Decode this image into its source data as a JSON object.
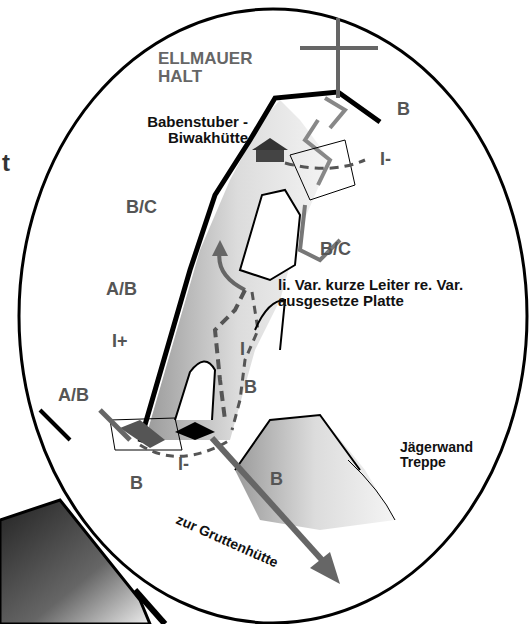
{
  "diagram": {
    "labels": [
      "ELLMAUER HALT",
      "B",
      "Babenstuber -Biwakhütte",
      "I-",
      "B/C",
      "B/C",
      "A/B",
      "li. Var. kurze Leiter re. Var. ausgesetze Platte",
      "I+",
      "I",
      "B",
      "A/B",
      "B",
      "I-",
      "B",
      "Jägerwand Treppe",
      "zur Gruttenhütte",
      "t"
    ]
  }
}
